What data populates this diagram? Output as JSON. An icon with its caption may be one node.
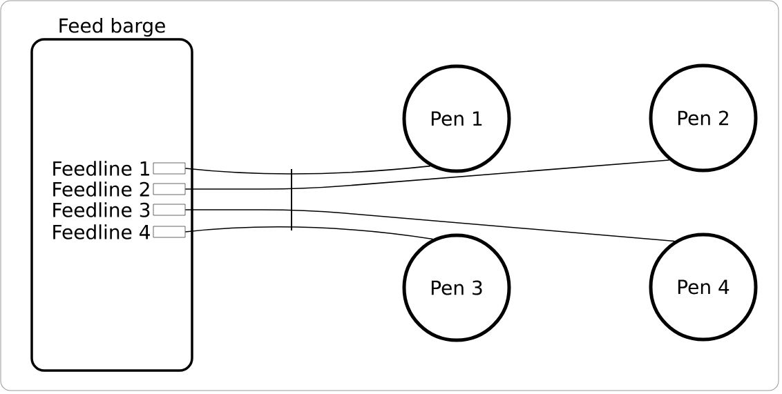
{
  "diagram": {
    "nodes": [
      {
        "text": [
          "Feed barge"
        ]
      },
      {
        "text": [
          "Feedline 1"
        ],
        "in": 0
      },
      {
        "text": [
          "Feedline 2"
        ],
        "in": 0
      },
      {
        "text": [
          "Feedline 3"
        ],
        "in": 0
      },
      {
        "text": [
          "Feedline 4"
        ],
        "in": 0
      },
      {
        "text": [
          "Pen 1"
        ]
      },
      {
        "text": [
          "Pen 2"
        ]
      },
      {
        "text": [
          "Pen 3"
        ]
      },
      {
        "text": [
          "Pen 4"
        ]
      }
    ],
    "edges": [
      {
        "from": 1,
        "to": 5,
        "arrow": "none"
      },
      {
        "from": 2,
        "to": 6,
        "arrow": "none"
      },
      {
        "from": 3,
        "to": 8,
        "arrow": "none"
      },
      {
        "from": 4,
        "to": 7,
        "arrow": "none"
      }
    ]
  }
}
